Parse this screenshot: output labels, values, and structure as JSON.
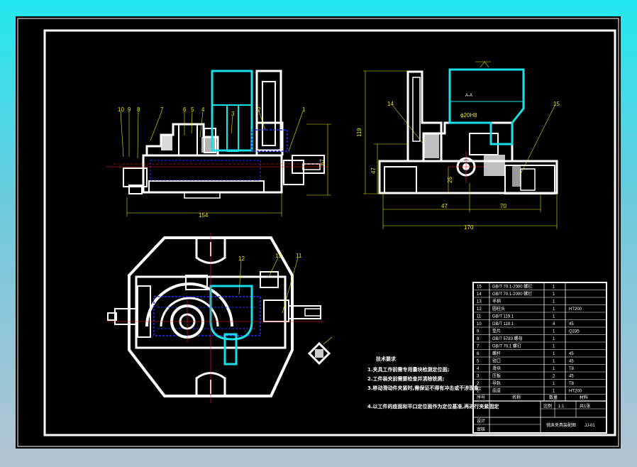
{
  "dimensions": {
    "d154": "154",
    "d67": "67",
    "d119": "119",
    "d47v": "47",
    "d25": "25",
    "d47h": "47",
    "d70": "70",
    "d170": "170"
  },
  "section_label": "A-A",
  "hole_label": "ϕ20H8",
  "balloons": [
    "10",
    "9",
    "8",
    "7",
    "6",
    "5",
    "4",
    "3",
    "2",
    "1",
    "14",
    "15",
    "13",
    "12",
    "11"
  ],
  "tech_requirements": {
    "title": "技术要求",
    "lines": [
      "1.夹具工作前需专用量块检测定位面;",
      "2.工件装夹前需要检查并清除铁屑;",
      "3.移动滑动件夹紧时,需保证不得有冲击或干涉现象;",
      "4.以工件的底面和平口定位面作为定位基准,再进行夹紧固定"
    ]
  },
  "title_block": {
    "rows": [
      {
        "no": "15",
        "name": "GB/T 70.1-2000 螺钉",
        "qty": "1",
        "mat": ""
      },
      {
        "no": "14",
        "name": "GB/T 70.1-2000 螺钉",
        "qty": "1",
        "mat": ""
      },
      {
        "no": "13",
        "name": "手柄",
        "qty": "1",
        "mat": ""
      },
      {
        "no": "12",
        "name": "圆柱头",
        "qty": "1",
        "mat": "HT200"
      },
      {
        "no": "11",
        "name": "GB/T 119.1",
        "qty": "1",
        "mat": ""
      },
      {
        "no": "10",
        "name": "GB/T 119.1",
        "qty": "4",
        "mat": "45"
      },
      {
        "no": "9",
        "name": "垫片",
        "qty": "1",
        "mat": "Q235"
      },
      {
        "no": "8",
        "name": "GB/T 5783 螺母",
        "qty": "1",
        "mat": ""
      },
      {
        "no": "7",
        "name": "GB/T 70.1 螺钉",
        "qty": "1",
        "mat": ""
      },
      {
        "no": "6",
        "name": "螺杆",
        "qty": "1",
        "mat": "45"
      },
      {
        "no": "5",
        "name": "钳口",
        "qty": "1",
        "mat": "45"
      },
      {
        "no": "4",
        "name": "滑块",
        "qty": "1",
        "mat": "T8"
      },
      {
        "no": "3",
        "name": "压板",
        "qty": "2",
        "mat": "45"
      },
      {
        "no": "2",
        "name": "导轨",
        "qty": "1",
        "mat": "T8"
      },
      {
        "no": "1",
        "name": "底座",
        "qty": "1",
        "mat": "HT200"
      }
    ],
    "header": {
      "no": "序号",
      "name": "名称",
      "qty": "数量",
      "mat": "材料"
    },
    "scale_label": "比例",
    "scale": "1:1",
    "sheet": "共1张",
    "drawn": "设计",
    "checked": "审核",
    "title": "铣床夹具装配图",
    "code": "JJ-01"
  }
}
